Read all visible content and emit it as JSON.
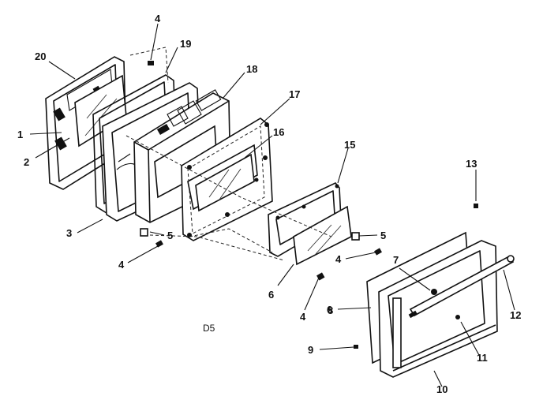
{
  "figure_label": "D5",
  "callouts": [
    "1",
    "2",
    "3",
    "4",
    "4",
    "4",
    "4",
    "5",
    "5",
    "6",
    "6",
    "7",
    "8",
    "9",
    "10",
    "11",
    "12",
    "13",
    "15",
    "16",
    "17",
    "18",
    "19",
    "20"
  ]
}
